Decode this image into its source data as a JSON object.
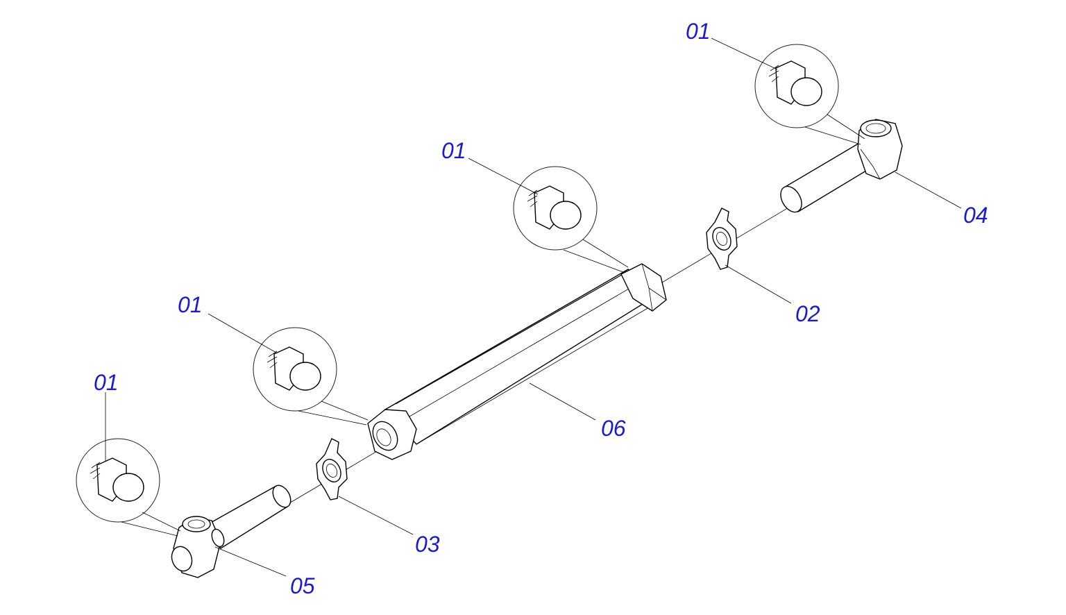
{
  "parts": {
    "callout_a": "01",
    "callout_b": "01",
    "callout_c": "01",
    "callout_d": "01",
    "p02": "02",
    "p03": "03",
    "p04": "04",
    "p05": "05",
    "p06": "06"
  },
  "colors": {
    "label": "#1a1ad6",
    "line": "#000000",
    "background": "#ffffff"
  }
}
